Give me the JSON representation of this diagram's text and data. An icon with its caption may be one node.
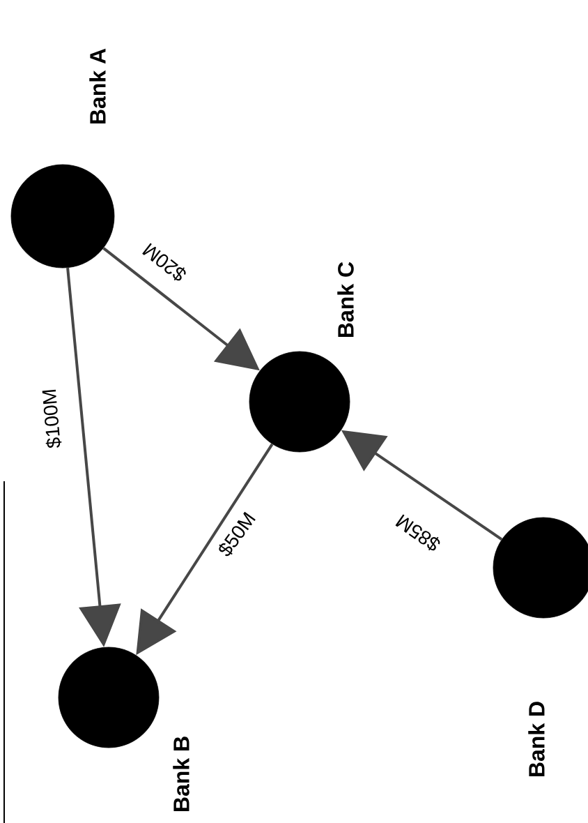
{
  "diagram": {
    "nodes": [
      {
        "text": [],
        "shape": "circle",
        "beside": [
          "Bank A"
        ]
      },
      {
        "text": [],
        "shape": "circle",
        "beside": [
          "Bank C"
        ]
      },
      {
        "text": [],
        "shape": "circle",
        "beside": [
          "Bank B"
        ]
      },
      {
        "text": [],
        "shape": "circle",
        "beside": [
          "Bank D"
        ]
      }
    ],
    "edges": [
      {
        "from": 0,
        "to": 1,
        "arrow": "to",
        "label": "$20M"
      },
      {
        "from": 0,
        "to": 2,
        "arrow": "to",
        "label": "$100M"
      },
      {
        "from": 1,
        "to": 2,
        "arrow": "to",
        "label": "$50M"
      },
      {
        "from": 3,
        "to": 1,
        "arrow": "to",
        "label": "$85M"
      }
    ]
  }
}
